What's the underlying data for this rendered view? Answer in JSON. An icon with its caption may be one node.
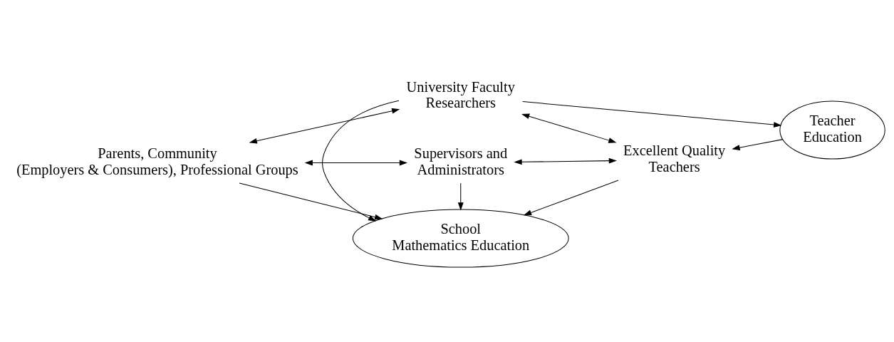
{
  "diagram": {
    "nodes": [
      {
        "text": [
          "University Faculty Researchers"
        ]
      },
      {
        "text": [
          "Parents, Community (Employers & Consumers), Professional Groups"
        ]
      },
      {
        "text": [
          "School Mathematics Education"
        ]
      },
      {
        "text": [
          "Excellent Quality Teachers"
        ]
      },
      {
        "text": [
          "Teacher Education"
        ]
      },
      {
        "text": [
          "Supervisors and Administrators"
        ]
      }
    ],
    "edges": [
      {
        "from": 0,
        "to": 1,
        "arrow": "both"
      },
      {
        "from": 0,
        "to": 2,
        "arrow": "to"
      },
      {
        "from": 0,
        "to": 3,
        "arrow": "both"
      },
      {
        "from": 0,
        "to": 4,
        "arrow": "to"
      },
      {
        "from": 1,
        "to": 2,
        "arrow": "to"
      },
      {
        "from": 3,
        "to": 2,
        "arrow": "to"
      },
      {
        "from": 4,
        "to": 3,
        "arrow": "to"
      },
      {
        "from": 5,
        "to": 2,
        "arrow": "to"
      },
      {
        "from": 1,
        "to": 5,
        "arrow": "both"
      },
      {
        "from": 5,
        "to": 3,
        "arrow": "both"
      }
    ]
  }
}
